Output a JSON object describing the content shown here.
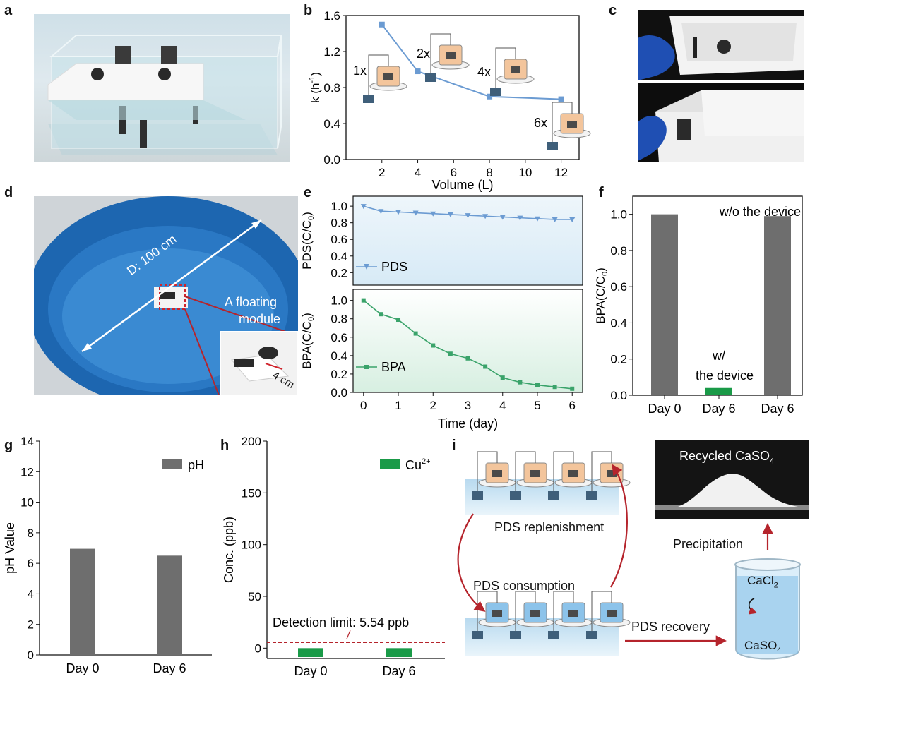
{
  "panels": {
    "a": {
      "letter": "a"
    },
    "b": {
      "letter": "b"
    },
    "c": {
      "letter": "c"
    },
    "d": {
      "letter": "d",
      "diameter_label": "D: 100 cm",
      "module_label_1": "A floating",
      "module_label_2": "module",
      "scale_label": "4 cm"
    },
    "e": {
      "letter": "e"
    },
    "f": {
      "letter": "f"
    },
    "g": {
      "letter": "g"
    },
    "h": {
      "letter": "h",
      "detection_label": "Detection limit: 5.54 ppb"
    },
    "i": {
      "letter": "i",
      "replenishment": "PDS replenishment",
      "consumption": "PDS consumption",
      "recovery": "PDS recovery",
      "precipitation": "Precipitation",
      "recycled": "Recycled CaSO",
      "recycled_sub": "4",
      "cacl": "CaCl",
      "cacl_sub": "2",
      "caso": "CaSO",
      "caso_sub": "4"
    }
  },
  "colors": {
    "blue_series": "#6b9bd2",
    "green_series": "#3aa36a",
    "gray_bar": "#6e6e6e",
    "green_bar": "#1a9a48",
    "red_arrow": "#b5242c",
    "pool_blue": "#1f6bb5"
  },
  "chart_data": [
    {
      "id": "b",
      "type": "line",
      "x": [
        2,
        4,
        8,
        12
      ],
      "y": [
        1.5,
        0.98,
        0.7,
        0.67
      ],
      "xlabel": "Volume (L)",
      "ylabel": "k (h",
      "ylabel_sup": "-1",
      "ylabel_end": ")",
      "xlim": [
        0,
        13
      ],
      "ylim": [
        0,
        1.6
      ],
      "xticks": [
        2,
        4,
        6,
        8,
        10,
        12
      ],
      "yticks": [
        0.0,
        0.4,
        0.8,
        1.2,
        1.6
      ],
      "annotations": [
        "1x",
        "2x",
        "4x",
        "6x"
      ]
    },
    {
      "id": "e-top",
      "type": "line",
      "series_name": "PDS",
      "x": [
        0,
        0.5,
        1,
        1.5,
        2,
        2.5,
        3,
        3.5,
        4,
        4.5,
        5,
        5.5,
        6
      ],
      "y": [
        1.0,
        0.94,
        0.93,
        0.92,
        0.91,
        0.9,
        0.89,
        0.88,
        0.87,
        0.86,
        0.85,
        0.84,
        0.84
      ],
      "ylabel": "PDS(C/C",
      "ylabel_sub": "0",
      "ylabel_end": ")",
      "xlim": [
        -0.3,
        6.3
      ],
      "ylim": [
        0.05,
        1.12
      ],
      "yticks": [
        0.2,
        0.4,
        0.6,
        0.8,
        1.0
      ]
    },
    {
      "id": "e-bottom",
      "type": "line",
      "series_name": "BPA",
      "x": [
        0,
        0.5,
        1,
        1.5,
        2,
        2.5,
        3,
        3.5,
        4,
        4.5,
        5,
        5.5,
        6
      ],
      "y": [
        1.0,
        0.85,
        0.79,
        0.64,
        0.51,
        0.42,
        0.37,
        0.28,
        0.16,
        0.11,
        0.08,
        0.06,
        0.04
      ],
      "xlabel": "Time (day)",
      "ylabel": "BPA(C/C",
      "ylabel_sub": "0",
      "ylabel_end": ")",
      "xlim": [
        -0.3,
        6.3
      ],
      "ylim": [
        0,
        1.12
      ],
      "xticks": [
        0,
        1,
        2,
        3,
        4,
        5,
        6
      ],
      "yticks": [
        0.0,
        0.2,
        0.4,
        0.6,
        0.8,
        1.0
      ]
    },
    {
      "id": "f",
      "type": "bar",
      "categories": [
        "Day 0",
        "Day 6",
        "Day 6"
      ],
      "values": [
        1.0,
        0.04,
        0.99
      ],
      "ylabel": "BPA(C/C",
      "ylabel_sub": "0",
      "ylabel_end": ")",
      "ylim": [
        0,
        1.1
      ],
      "yticks": [
        0.0,
        0.2,
        0.4,
        0.6,
        0.8,
        1.0
      ],
      "annotations": [
        "w/o the device",
        "w/",
        "the device"
      ]
    },
    {
      "id": "g",
      "type": "bar",
      "series_name": "pH",
      "categories": [
        "Day 0",
        "Day 6"
      ],
      "values": [
        6.95,
        6.5
      ],
      "ylabel": "pH Value",
      "ylim": [
        0,
        14
      ],
      "yticks": [
        0,
        2,
        4,
        6,
        8,
        10,
        12,
        14
      ]
    },
    {
      "id": "h",
      "type": "bar",
      "series_name": "Cu",
      "series_sup": "2+",
      "categories": [
        "Day 0",
        "Day 6"
      ],
      "values": [
        0,
        0
      ],
      "ylabel": "Conc. (ppb)",
      "ylim": [
        -10,
        200
      ],
      "yticks": [
        0,
        50,
        100,
        150,
        200
      ],
      "detection_limit": 5.54
    }
  ]
}
